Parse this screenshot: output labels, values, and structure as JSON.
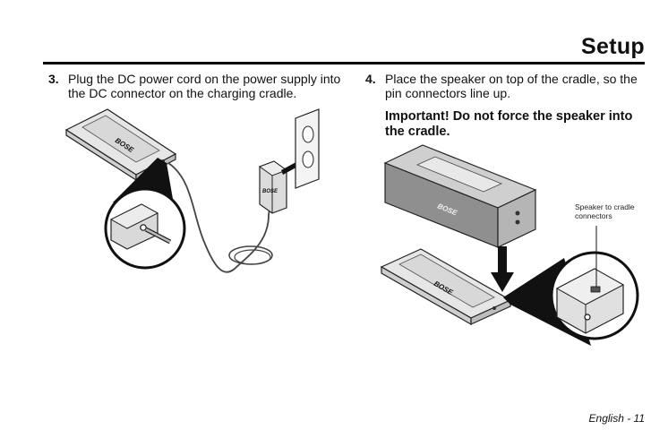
{
  "page": {
    "section_title": "Setup",
    "footer": "English - 11"
  },
  "steps": [
    {
      "number": "3.",
      "text": "Plug the DC power cord on the power supply into the DC connector on the charging cradle."
    },
    {
      "number": "4.",
      "text": "Place the speaker on top of the cradle, so the pin connectors line up."
    }
  ],
  "important_note": "Important! Do not force the speaker into the cradle.",
  "illustrations": {
    "callout_label": "Speaker to cradle connectors",
    "brand_mark": "BOSE"
  }
}
